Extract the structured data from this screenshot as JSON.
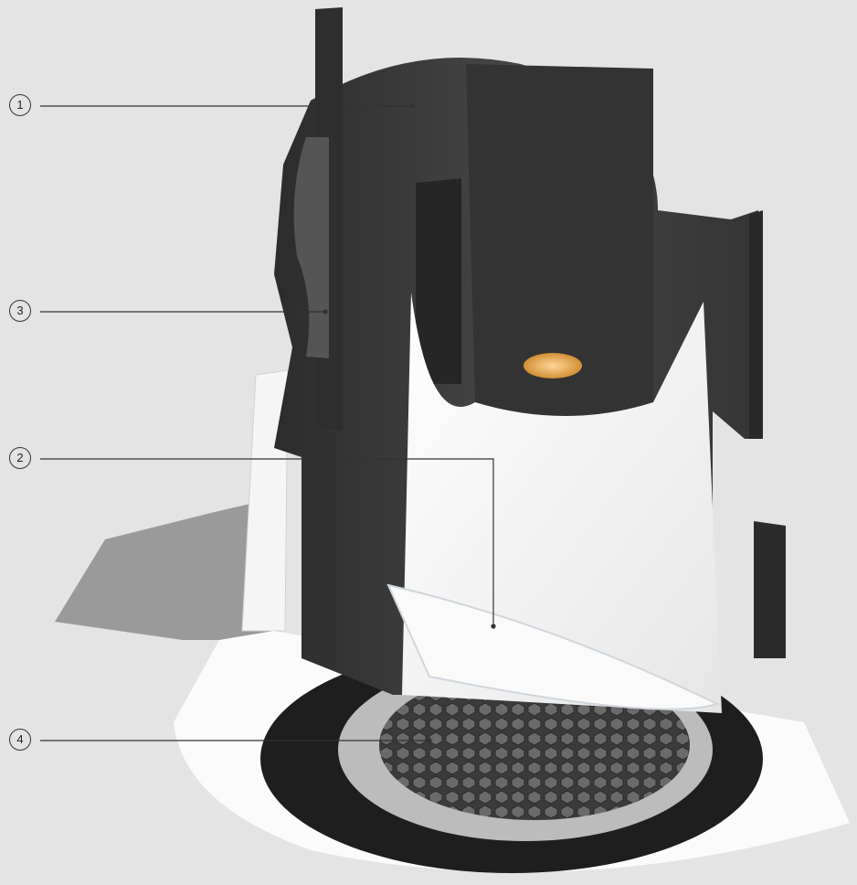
{
  "callouts": [
    {
      "id": "1",
      "label": "1"
    },
    {
      "id": "3",
      "label": "3"
    },
    {
      "id": "2",
      "label": "2"
    },
    {
      "id": "4",
      "label": "4"
    }
  ],
  "colors": {
    "background": "#e4e4e4",
    "housing": "#3a3a3a",
    "reflector": "#f4f4f4",
    "trim": "#ffffff",
    "led": "#f2b25c"
  }
}
